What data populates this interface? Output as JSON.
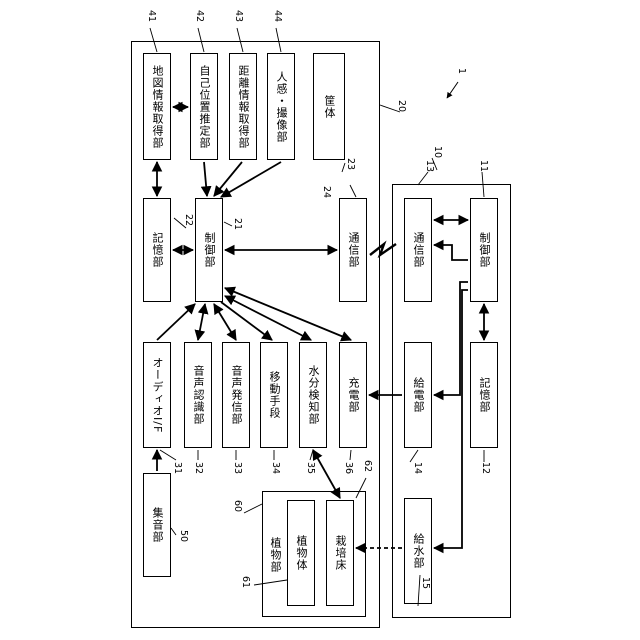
{
  "ref": {
    "system": "1",
    "robot": "20",
    "station": "10",
    "control": "21",
    "memory": "22",
    "comm": "23",
    "body": "24",
    "audio_if": "31",
    "voice_recog": "32",
    "voice_gen": "33",
    "mover": "34",
    "moisture": "35",
    "charger": "36",
    "map_acq": "41",
    "self_pos": "42",
    "dist_acq": "43",
    "person_cam": "44",
    "sound_pick": "50",
    "plant_part": "60",
    "plant_body": "61",
    "soil": "62",
    "st_control": "11",
    "st_memory": "12",
    "st_comm": "13",
    "st_power": "14",
    "st_water": "15"
  },
  "label": {
    "map_acq": "地図情報取得部",
    "self_pos": "自己位置推定部",
    "dist_acq": "距離情報取得部",
    "person_cam": "人感・撮像部",
    "body": "筐体",
    "memory": "記憶部",
    "control": "制御部",
    "comm": "通信部",
    "audio_if": "オーディオI/F",
    "voice_recog": "音声認識部",
    "voice_gen": "音声発信部",
    "mover": "移動手段",
    "moisture": "水分検知部",
    "charger": "充電部",
    "sound_pick": "集音部",
    "plant_part": "植物部",
    "plant_body": "植物体",
    "soil": "栽培床",
    "st_comm": "通信部",
    "st_control": "制御部",
    "st_power": "給電部",
    "st_memory": "記憶部",
    "st_water": "給水部"
  }
}
